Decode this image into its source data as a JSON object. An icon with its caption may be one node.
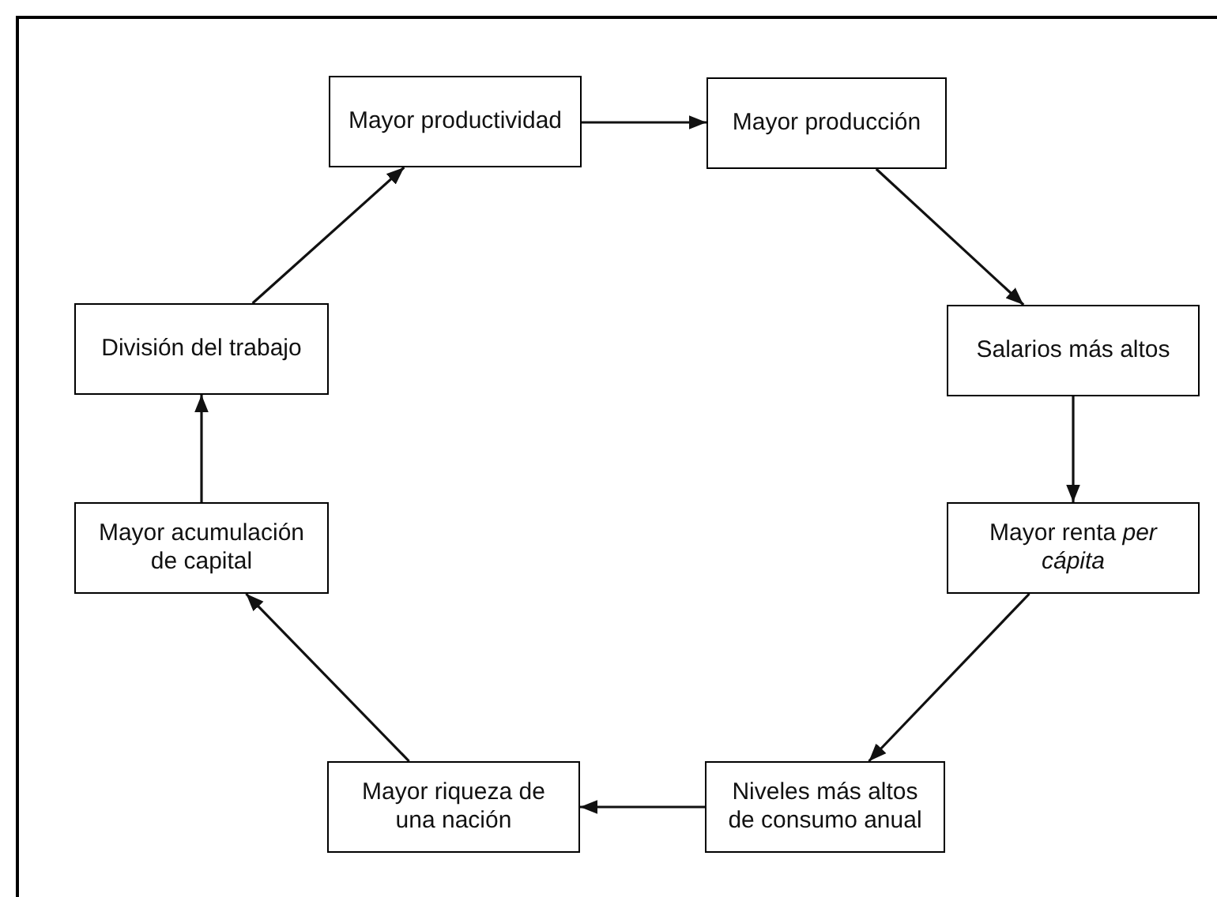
{
  "diagram": {
    "nodes": [
      {
        "text": [
          "Mayor productividad"
        ]
      },
      {
        "text": [
          "Mayor producción"
        ]
      },
      {
        "text": [
          "División del trabajo"
        ]
      },
      {
        "text": [
          "Salarios más altos"
        ]
      },
      {
        "text": [
          "Mayor acumulación de capital"
        ]
      },
      {
        "text": [
          "Mayor renta *per cápita*"
        ]
      },
      {
        "text": [
          "Mayor riqueza de una nación"
        ]
      },
      {
        "text": [
          "Niveles más altos de consumo anual"
        ]
      }
    ],
    "edges": [
      {
        "from": 0,
        "to": 1,
        "arrow": "to"
      },
      {
        "from": 1,
        "to": 3,
        "arrow": "to"
      },
      {
        "from": 3,
        "to": 5,
        "arrow": "to"
      },
      {
        "from": 5,
        "to": 7,
        "arrow": "to"
      },
      {
        "from": 7,
        "to": 6,
        "arrow": "to"
      },
      {
        "from": 6,
        "to": 4,
        "arrow": "to"
      },
      {
        "from": 4,
        "to": 2,
        "arrow": "to"
      },
      {
        "from": 2,
        "to": 0,
        "arrow": "to"
      }
    ]
  }
}
